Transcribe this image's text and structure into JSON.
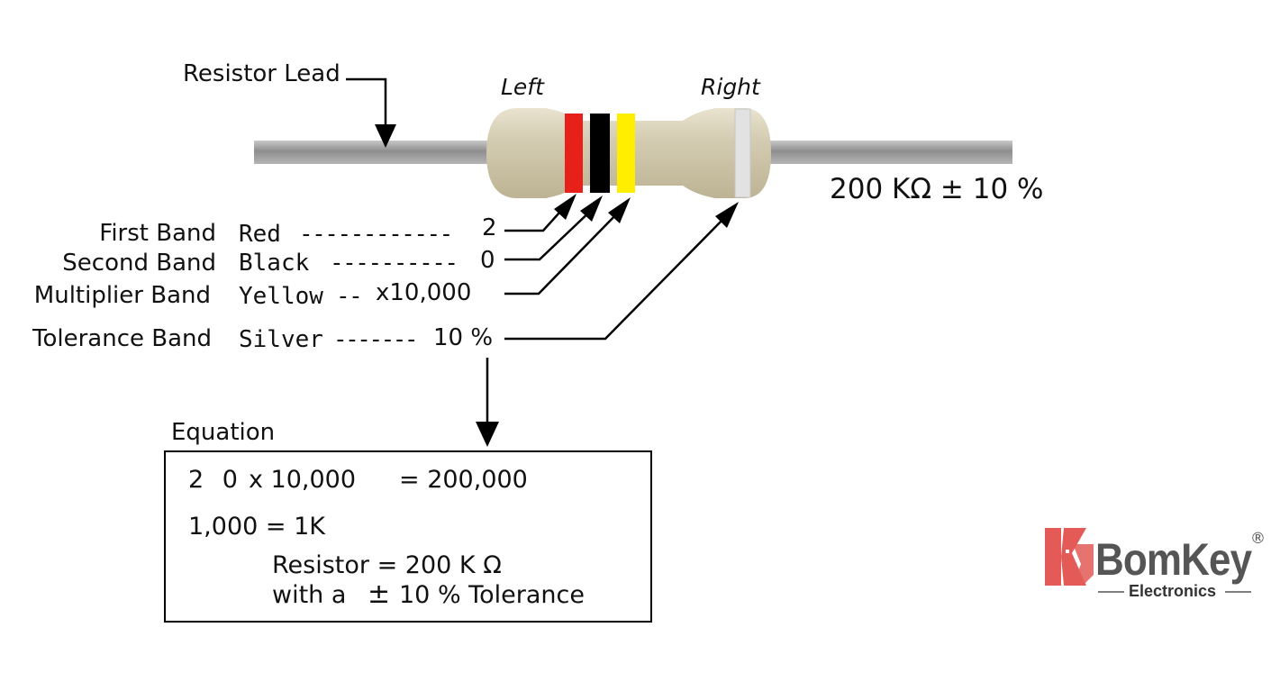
{
  "top_labels": {
    "resistor_lead": "Resistor Lead",
    "left": "Left",
    "right": "Right",
    "value": "200 KΩ ± 10 %"
  },
  "bands": [
    {
      "name": "First Band",
      "color_name": "Red",
      "dashes": "------------",
      "value": "2",
      "color": "#e8201a"
    },
    {
      "name": "Second Band",
      "color_name": "Black",
      "dashes": "----------",
      "value": "0",
      "color": "#000000"
    },
    {
      "name": "Multiplier Band",
      "color_name": "Yellow",
      "dashes": "--",
      "value": "x10,000",
      "color": "#ffee00"
    },
    {
      "name": "Tolerance Band",
      "color_name": "Silver",
      "dashes": "-------",
      "value": "10 %",
      "color": "#d8d8d8"
    }
  ],
  "equation": {
    "title": "Equation",
    "line1_a": "2 0",
    "line1_b": "x 10,000",
    "line1_c": "= 200,000",
    "line2": "1,000 = 1K",
    "line3": "Resistor = 200 K Ω",
    "line4_a": "with a",
    "line4_b": "±",
    "line4_c": "10 % Tolerance"
  },
  "logo": {
    "name": "BomKey",
    "sub": "Electronics",
    "mark": "®",
    "accent": "#e35a57"
  }
}
